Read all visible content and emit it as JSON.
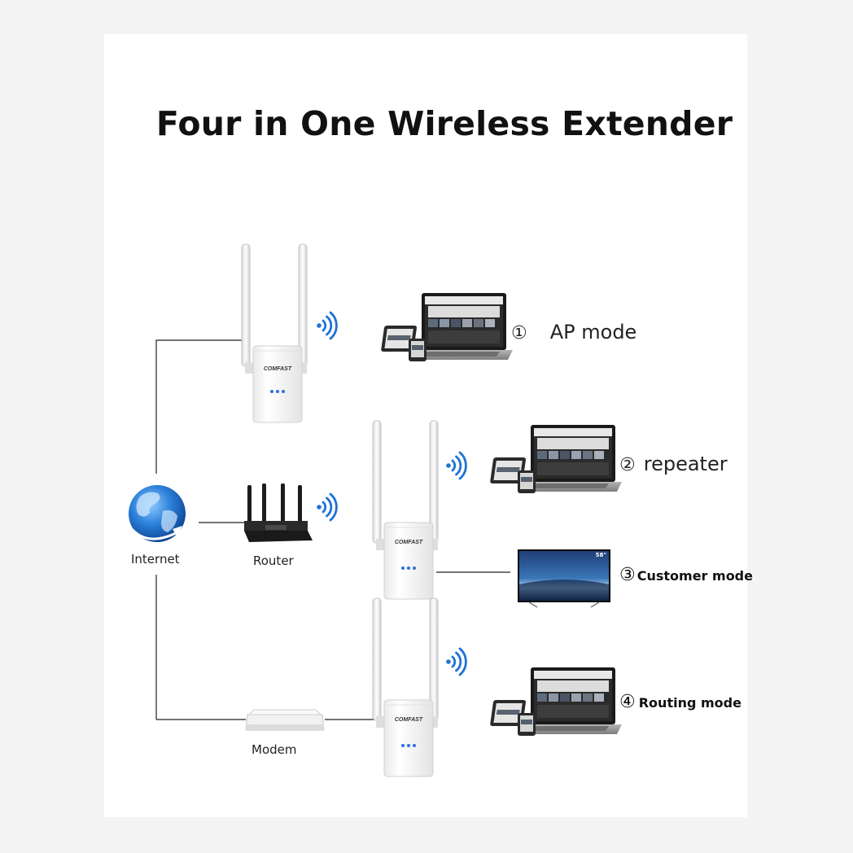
{
  "title": "Four in One Wireless Extender",
  "brand": "COMFAST",
  "tv_badge": "58\"",
  "nodes": {
    "internet": "Internet",
    "router": "Router",
    "modem": "Modem"
  },
  "modes": [
    {
      "number": "①",
      "label": "AP mode"
    },
    {
      "number": "②",
      "label": "repeater"
    },
    {
      "number": "③",
      "label": "Customer mode"
    },
    {
      "number": "④",
      "label": "Routing mode"
    }
  ],
  "colors": {
    "wifi": "#1e73d6",
    "globe": "#1f6fc9",
    "line": "#222222"
  }
}
